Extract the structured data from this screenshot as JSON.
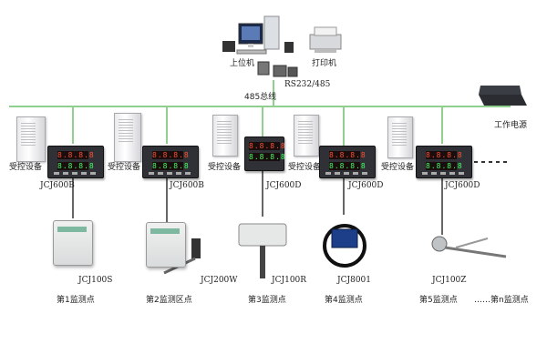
{
  "labels": {
    "host": "上位机",
    "printer": "打印机",
    "rs": "RS232/485",
    "bus": "485总线",
    "power": "工作电源",
    "devices": [
      "受控设备",
      "受控设备",
      "受控设备",
      "受控设备",
      "受控设备"
    ],
    "controllers": [
      "JCJ600B",
      "JCJ600B",
      "JCJ600D",
      "JCJ600D",
      "JCJ600D"
    ],
    "sensors": [
      "JCJ100S",
      "JCJ200W",
      "JCJ100R",
      "JCJ8001",
      "JCJ100Z"
    ],
    "points": [
      "第1监测点",
      "第2监测区点",
      "第3监测点",
      "第4监测点",
      "第5监测点",
      "……第n监测点"
    ]
  },
  "display": {
    "upper": "8.8.8.8",
    "lower": "8.8.8.8"
  }
}
